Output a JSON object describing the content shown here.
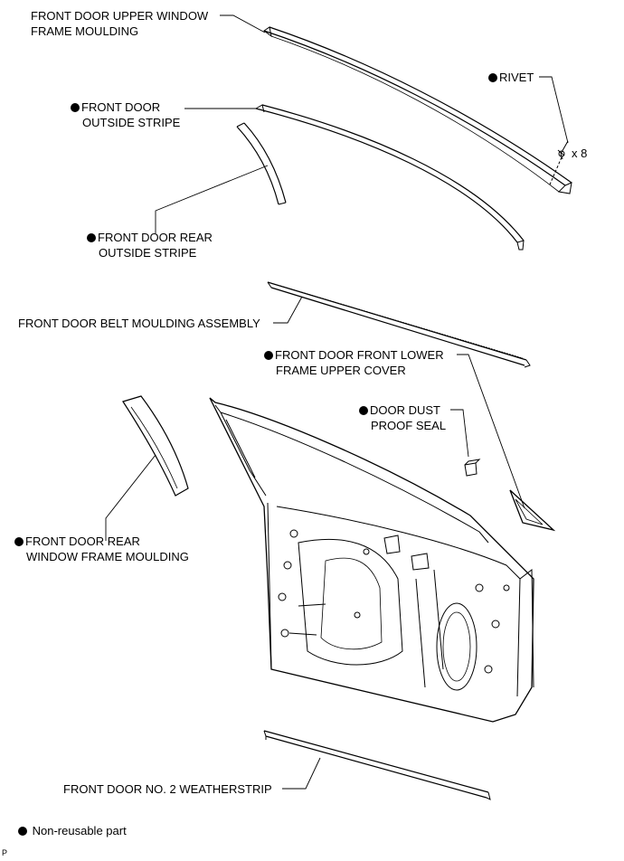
{
  "labels": {
    "upper_window_frame_moulding": {
      "line1": "FRONT DOOR UPPER WINDOW",
      "line2": "FRAME MOULDING",
      "non_reusable": false
    },
    "rivet": {
      "text": "RIVET",
      "quantity": "x 8",
      "non_reusable": true
    },
    "outside_stripe": {
      "line1": "FRONT DOOR",
      "line2": "OUTSIDE STRIPE",
      "non_reusable": true
    },
    "rear_outside_stripe": {
      "line1": "FRONT DOOR REAR",
      "line2": "OUTSIDE STRIPE",
      "non_reusable": true
    },
    "belt_moulding": {
      "text": "FRONT DOOR BELT MOULDING ASSEMBLY",
      "non_reusable": false
    },
    "front_lower_frame_upper_cover": {
      "line1": "FRONT DOOR FRONT LOWER",
      "line2": "FRAME UPPER COVER",
      "non_reusable": true
    },
    "dust_proof_seal": {
      "line1": "DOOR DUST",
      "line2": "PROOF SEAL",
      "non_reusable": true
    },
    "rear_window_frame_moulding": {
      "line1": "FRONT DOOR REAR",
      "line2": "WINDOW FRAME MOULDING",
      "non_reusable": true
    },
    "weatherstrip": {
      "text": "FRONT DOOR NO. 2 WEATHERSTRIP",
      "non_reusable": false
    }
  },
  "legend": {
    "symbol": "filled-circle",
    "text": "Non-reusable part"
  },
  "corner_mark": "P"
}
